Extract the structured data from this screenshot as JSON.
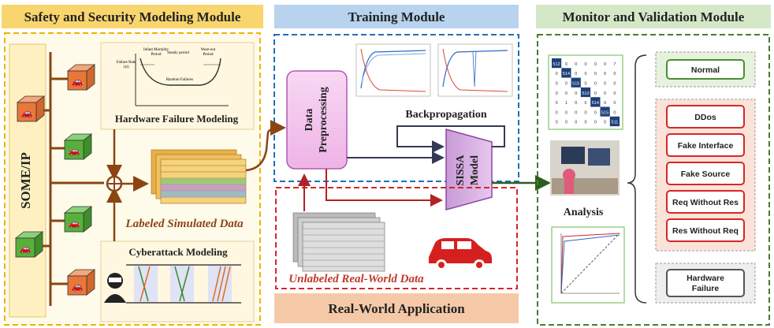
{
  "modules": {
    "safety": "Safety and Security Modeling Module",
    "training": "Training Module",
    "monitor": "Monitor and Validation Module",
    "realworld": "Real-World Application"
  },
  "labels": {
    "someip": "SOME/IP",
    "hardware_failure_modeling": "Hardware Failure Modeling",
    "cyberattack_modeling": "Cyberattack Modeling",
    "labeled_simulated_data": "Labeled Simulated Data",
    "unlabeled_real_world_data": "Unlabeled Real-World Data",
    "data_preprocessing": [
      "Data",
      "Preprocessing"
    ],
    "backpropagation": "Backpropagation",
    "sissa_model": [
      "SISSA",
      "Model"
    ],
    "analysis": "Analysis"
  },
  "bathtub": {
    "early": [
      "Infant Mortality",
      "Period"
    ],
    "useful": "Steady period",
    "wear": [
      "Wear-out",
      "Period"
    ],
    "failure_rate": [
      "Failure Rate",
      "λ(t)"
    ],
    "random": "Random Failures"
  },
  "classes": {
    "normal": "Normal",
    "attacks": [
      "DDos",
      "Fake Interface",
      "Fake Source",
      "Req Without Res",
      "Res Without Req"
    ],
    "hardware": [
      "Hardware",
      "Failure"
    ]
  },
  "confusion_matrix": [
    [
      512,
      0,
      0,
      0,
      0,
      0,
      7
    ],
    [
      0,
      514,
      0,
      0,
      0,
      0,
      0
    ],
    [
      0,
      0,
      515,
      0,
      0,
      0,
      0
    ],
    [
      0,
      0,
      0,
      513,
      0,
      0,
      0
    ],
    [
      0,
      1,
      0,
      0,
      514,
      0,
      0
    ],
    [
      0,
      0,
      0,
      0,
      0,
      515,
      0
    ],
    [
      0,
      0,
      0,
      0,
      0,
      0,
      511
    ]
  ],
  "colors": {
    "safety_header": "#f9d56e",
    "safety_border": "#f0b400",
    "training_header": "#b7d3ee",
    "training_border": "#1f6fb5",
    "realworld_header": "#f5c9a8",
    "realworld_border": "#d62728",
    "monitor_header": "#d4e8c8",
    "monitor_border": "#4b7b2f",
    "arrow_brown": "#8b4513",
    "class_red": "#f8cfcf",
    "class_green": "#4a8f2e"
  }
}
